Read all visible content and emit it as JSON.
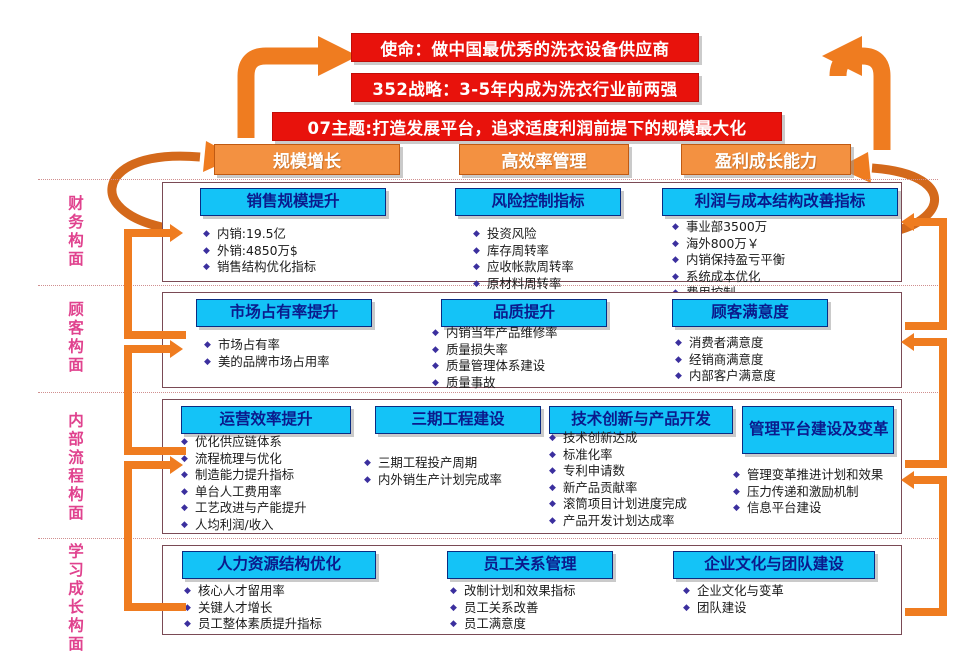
{
  "banners": {
    "mission": "使命：做中国最优秀的洗衣设备供应商",
    "strategy": "352战略：3-5年内成为洗衣行业前两强",
    "theme": "07主题:打造发展平台，追求适度利润前提下的规模最大化"
  },
  "pillars": [
    {
      "label": "规模增长"
    },
    {
      "label": "高效率管理"
    },
    {
      "label": "盈利成长能力"
    }
  ],
  "perspectives": [
    {
      "name": "财务构面",
      "cards": [
        {
          "title": "销售规模提升",
          "items": [
            "内销:19.5亿",
            "外销:4850万$",
            "销售结构优化指标"
          ]
        },
        {
          "title": "风险控制指标",
          "items": [
            "投资风险",
            "库存周转率",
            "应收帐款周转率",
            "原材料周转率"
          ]
        },
        {
          "title": "利润与成本结构改善指标",
          "items": [
            "事业部3500万",
            "海外800万￥",
            "内销保持盈亏平衡",
            "系统成本优化",
            "费用控制"
          ]
        }
      ]
    },
    {
      "name": "顾客构面",
      "cards": [
        {
          "title": "市场占有率提升",
          "items": [
            "市场占有率",
            "美的品牌市场占用率"
          ]
        },
        {
          "title": "品质提升",
          "items": [
            "内销当年产品维修率",
            "质量损失率",
            "质量管理体系建设",
            "质量事故"
          ]
        },
        {
          "title": "顾客满意度",
          "items": [
            "消费者满意度",
            "经销商满意度",
            "内部客户满意度"
          ]
        }
      ]
    },
    {
      "name": "内部流程构面",
      "cards": [
        {
          "title": "运营效率提升",
          "items": [
            "优化供应链体系",
            "流程梳理与优化",
            "制造能力提升指标",
            "单台人工费用率",
            "工艺改进与产能提升",
            "人均利润/收入"
          ]
        },
        {
          "title": "三期工程建设",
          "items": [
            "三期工程投产周期",
            "内外销生产计划完成率"
          ]
        },
        {
          "title": "技术创新与产品开发",
          "items": [
            "技术创新达成",
            "标准化率",
            "专利申请数",
            "新产品贡献率",
            "滚筒项目计划进度完成",
            "产品开发计划达成率"
          ]
        },
        {
          "title": "管理平台建设及变革",
          "items": [
            "管理变革推进计划和效果",
            "压力传递和激励机制",
            "信息平台建设"
          ]
        }
      ]
    },
    {
      "name": "学习成长构面",
      "cards": [
        {
          "title": "人力资源结构优化",
          "items": [
            "核心人才留用率",
            "关键人才增长",
            "员工整体素质提升指标"
          ]
        },
        {
          "title": "员工关系管理",
          "items": [
            "改制计划和效果指标",
            "员工关系改善",
            "员工满意度"
          ]
        },
        {
          "title": "企业文化与团队建设",
          "items": [
            "企业文化与变革",
            "团队建设"
          ]
        }
      ]
    }
  ],
  "colors": {
    "red_banner": "#e8120c",
    "orange_pillar": "#f39141",
    "cyan_card": "#14c3f7",
    "card_title_text": "#0b1a8c",
    "connector_orange": "#ef7c20",
    "perspective_label": "#e0428e",
    "frame_border": "#7a4a55"
  }
}
